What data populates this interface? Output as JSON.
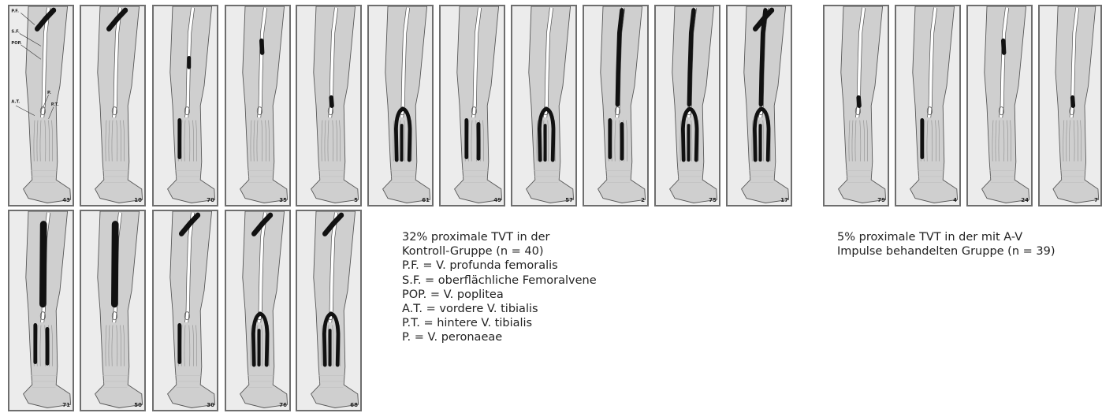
{
  "legend_labels": [
    "P.F.",
    "S.F.",
    "POP.",
    "P.",
    "A.T.",
    "P.T."
  ],
  "control_top": [
    {
      "id": "43",
      "thr": [
        [
          "pf"
        ]
      ]
    },
    {
      "id": "10",
      "thr": [
        [
          "pf"
        ]
      ]
    },
    {
      "id": "70",
      "thr": [
        [
          "sf_low"
        ],
        [
          "calf_l"
        ]
      ]
    },
    {
      "id": "35",
      "thr": [
        [
          "sf_top"
        ]
      ]
    },
    {
      "id": "5",
      "thr": [
        [
          "pop"
        ]
      ]
    },
    {
      "id": "61",
      "thr": [
        [
          "calf_outline"
        ]
      ]
    },
    {
      "id": "49",
      "thr": [
        [
          "calf_l"
        ],
        [
          "calf_r"
        ]
      ]
    },
    {
      "id": "57",
      "thr": [
        [
          "calf_outline"
        ]
      ]
    },
    {
      "id": "2",
      "thr": [
        [
          "full_sf"
        ],
        [
          "calf_l"
        ],
        [
          "calf_r"
        ]
      ]
    },
    {
      "id": "75",
      "thr": [
        [
          "full_sf"
        ],
        [
          "calf_outline"
        ]
      ]
    },
    {
      "id": "17",
      "thr": [
        [
          "pf"
        ],
        [
          "full_sf"
        ],
        [
          "calf_outline"
        ]
      ]
    }
  ],
  "control_bottom": [
    {
      "id": "71",
      "thr": [
        [
          "sf_thick"
        ],
        [
          "calf_l"
        ],
        [
          "calf_r"
        ]
      ]
    },
    {
      "id": "50",
      "thr": [
        [
          "sf_thick"
        ]
      ]
    },
    {
      "id": "30",
      "thr": [
        [
          "pf"
        ],
        [
          "calf_l"
        ]
      ]
    },
    {
      "id": "76",
      "thr": [
        [
          "pf"
        ],
        [
          "calf_outline"
        ]
      ]
    },
    {
      "id": "68",
      "thr": [
        [
          "pf"
        ],
        [
          "calf_outline"
        ]
      ]
    }
  ],
  "treated": [
    {
      "id": "79",
      "thr": [
        [
          "pop"
        ]
      ]
    },
    {
      "id": "4",
      "thr": [
        [
          "calf_l"
        ]
      ]
    },
    {
      "id": "24",
      "thr": [
        [
          "sf_top"
        ]
      ]
    },
    {
      "id": "7",
      "thr": [
        [
          "pop"
        ]
      ]
    }
  ],
  "caption_control": [
    "32% proximale TVT in der",
    "Kontroll-Gruppe (n = 40)",
    "P.F. = V. profunda femoralis",
    "S.F. = oberflächliche Femoralvene",
    "POP. = V. poplitea",
    "A.T. = vordere V. tibialis",
    "P.T. = hintere V. tibialis",
    "P. = V. peronaeae"
  ],
  "caption_treated": [
    "5% proximale TVT in der mit A-V",
    "Impulse behandelten Gruppe (n = 39)"
  ]
}
